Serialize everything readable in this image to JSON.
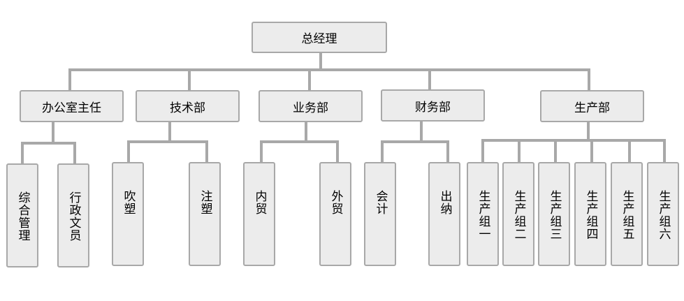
{
  "root": {
    "label": "总经理"
  },
  "departments": [
    {
      "label": "办公室主任",
      "children": [
        "综合管理",
        "行政文员"
      ]
    },
    {
      "label": "技术部",
      "children": [
        "吹塑",
        "注塑"
      ]
    },
    {
      "label": "业务部",
      "children": [
        "内贸",
        "外贸"
      ]
    },
    {
      "label": "财务部",
      "children": [
        "会计",
        "出纳"
      ]
    },
    {
      "label": "生产部",
      "children": [
        "生产组一",
        "生产组二",
        "生产组三",
        "生产组四",
        "生产组五",
        "生产组六"
      ]
    }
  ],
  "colors": {
    "box_fill": "#ececec",
    "border": "#a8a8a8",
    "connector": "#a8a8a8"
  }
}
